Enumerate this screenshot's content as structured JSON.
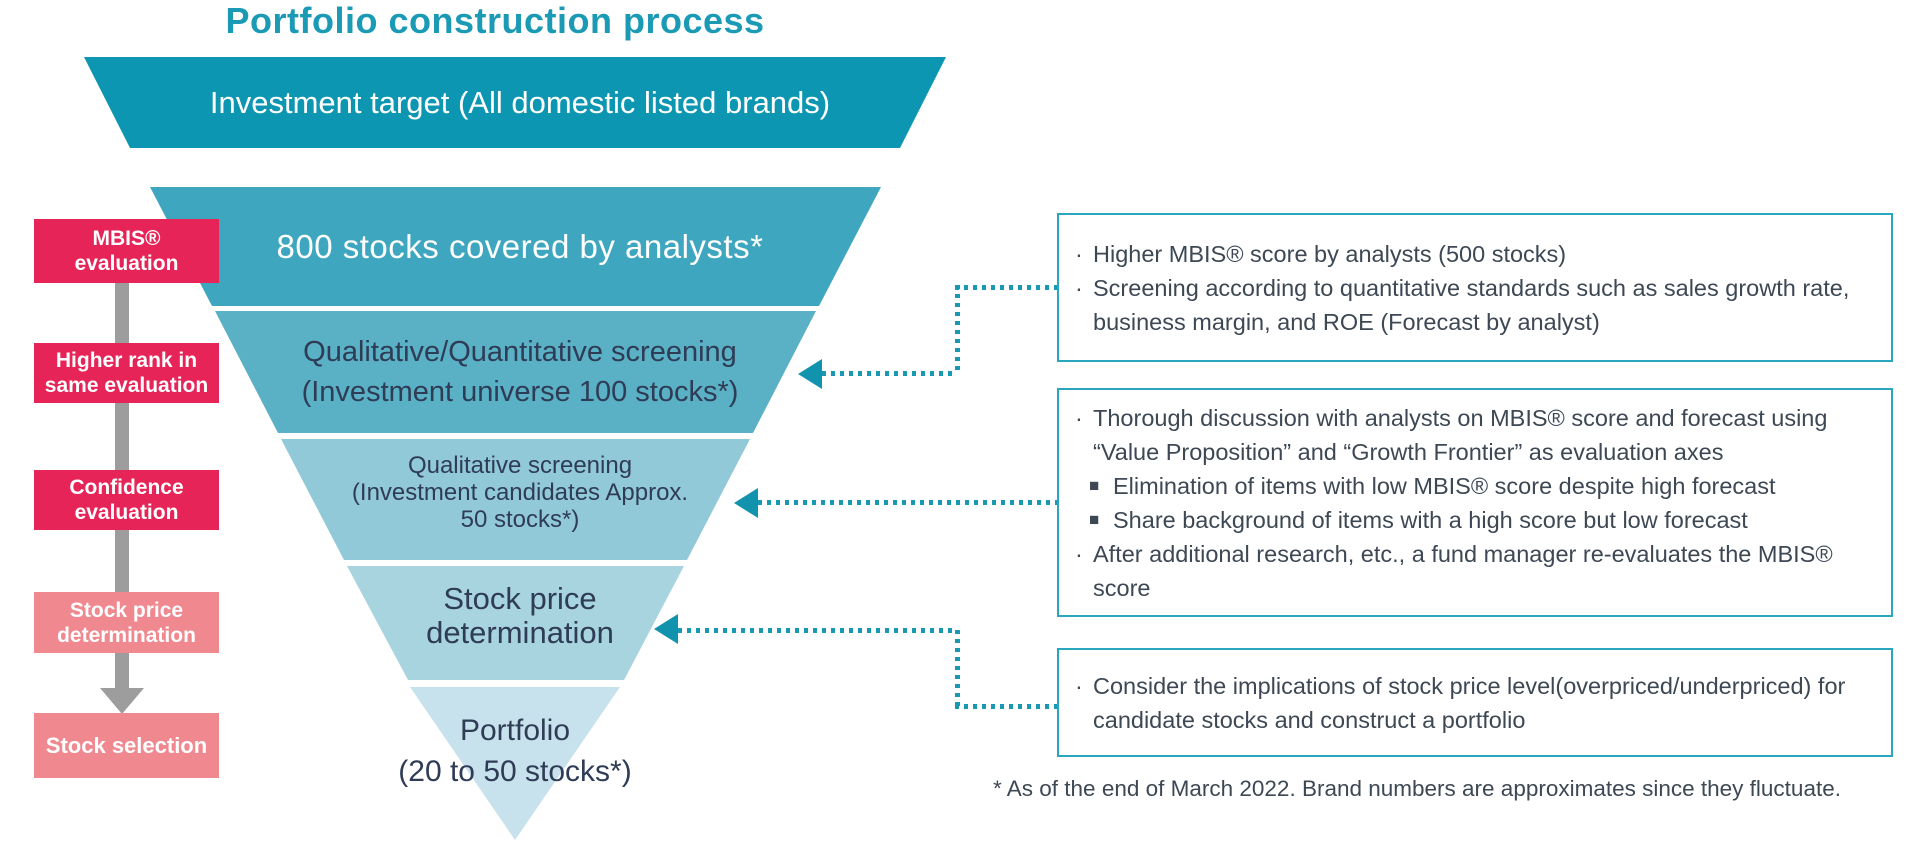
{
  "title": "Portfolio construction process",
  "funnel": {
    "top_band": {
      "label": "Investment target (All domestic listed brands)"
    },
    "levels": [
      {
        "label": "800 stocks covered by analysts*"
      },
      {
        "label": "Qualitative/Quantitative screening\n(Investment universe 100 stocks*)"
      },
      {
        "label": "Qualitative screening\n(Investment candidates Approx.\n50 stocks*)"
      },
      {
        "label": "Stock price\ndetermination"
      },
      {
        "label": "Portfolio\n(20 to 50 stocks*)"
      }
    ]
  },
  "left_steps": {
    "items": [
      {
        "label": "MBIS®\nevaluation"
      },
      {
        "label": "Higher rank in\nsame evaluation"
      },
      {
        "label": "Confidence\nevaluation"
      },
      {
        "label": "Stock price\ndetermination"
      },
      {
        "label": "Stock selection"
      }
    ]
  },
  "callouts": [
    {
      "items": [
        {
          "marker": "·",
          "text": "Higher MBIS® score by analysts (500 stocks)"
        },
        {
          "marker": "·",
          "text": "Screening according to quantitative standards such as sales growth rate, business margin, and ROE (Forecast by analyst)"
        }
      ]
    },
    {
      "items": [
        {
          "marker": "·",
          "text": "Thorough discussion with analysts on MBIS® score and forecast using “Value Proposition” and “Growth Frontier” as evaluation axes"
        },
        {
          "marker": "■",
          "text": "Elimination of items with low MBIS® score despite high forecast"
        },
        {
          "marker": "■",
          "text": "Share background of items with a high score but low forecast"
        },
        {
          "marker": "·",
          "text": "After additional research, etc., a fund manager re-evaluates the MBIS® score"
        }
      ]
    },
    {
      "items": [
        {
          "marker": "·",
          "text": "Consider the implications of stock price level(overpriced/underpriced) for candidate stocks and construct a portfolio"
        }
      ]
    }
  ],
  "footnote": "* As of the end of March 2022. Brand numbers are approximates since they fluctuate.",
  "colors": {
    "title_teal": "#1B9AB5",
    "band_teal": "#0D96B2",
    "level1": "#3EA7BF",
    "level2": "#5AB0C5",
    "level3": "#92C9D8",
    "level4": "#A8D4DF",
    "level5": "#C7E2EC",
    "step_dark_pink": "#E72458",
    "step_light_pink": "#F0898F",
    "arrow_gray": "#9D9D9D",
    "callout_border": "#2AA7BE",
    "connector_teal": "#1193AE",
    "funnel_dark_text": "#2E3C55",
    "body_text": "#3D4854"
  }
}
